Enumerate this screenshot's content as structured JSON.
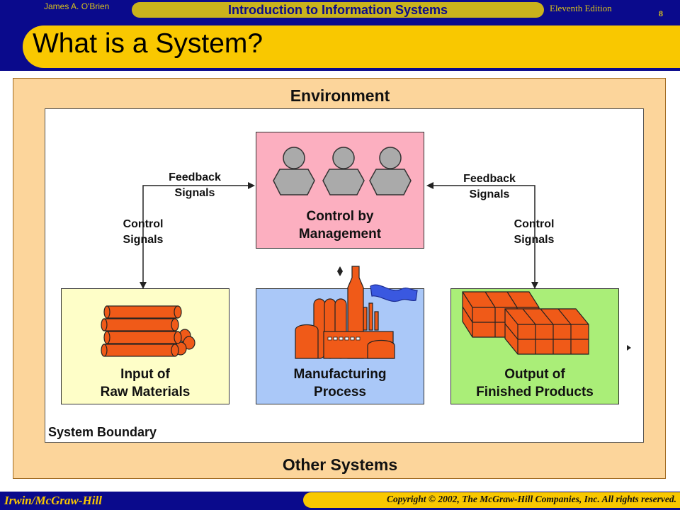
{
  "header": {
    "author": "James A. O'Brien",
    "course_title": "Introduction to Information Systems",
    "edition": "Eleventh Edition",
    "page_number": "8"
  },
  "slide": {
    "title": "What is a System?"
  },
  "diagram": {
    "environment_label": "Environment",
    "other_systems_label": "Other Systems",
    "system_boundary_label": "System Boundary",
    "control": {
      "label": "Control by\nManagement",
      "color": "#fcafc0"
    },
    "input": {
      "label": "Input of\nRaw Materials",
      "color": "#fefec8"
    },
    "process": {
      "label": "Manufacturing\nProcess",
      "color": "#aac8f8"
    },
    "output": {
      "label": "Output of\nFinished Products",
      "color": "#aaee78"
    },
    "feedback_left": "Feedback\nSignals",
    "feedback_right": "Feedback\nSignals",
    "control_left": "Control\nSignals",
    "control_right": "Control\nSignals"
  },
  "footer": {
    "publisher": "Irwin/McGraw-Hill",
    "copyright": "Copyright © 2002, The McGraw-Hill Companies, Inc. All rights reserved."
  }
}
